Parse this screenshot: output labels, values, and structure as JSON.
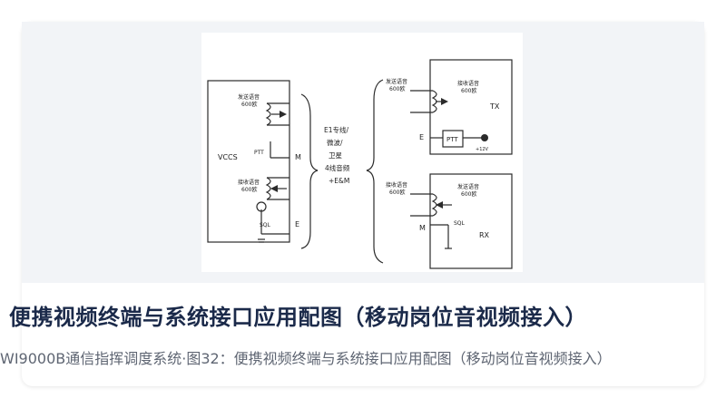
{
  "card": {
    "title": "便携视频终端与系统接口应用配图（移动岗位音视频接入）",
    "caption": "WI9000B通信指挥调度系统·图32：便携视频终端与系统接口应用配图（移动岗位音视频接入）"
  },
  "diagram": {
    "vccs": "VCCS",
    "send_voice_1": "发送语音",
    "impedance": "600欧",
    "ptt": "PTT",
    "m": "M",
    "receive_voice_1": "接收语音",
    "sql": "SQL",
    "e": "E",
    "link_1": "E1专线/",
    "link_2": "微波/",
    "link_3": "卫星",
    "link_4": "4线音频",
    "link_5": "+E&M",
    "tx": "TX",
    "rx": "RX",
    "voltage": "+12V"
  }
}
